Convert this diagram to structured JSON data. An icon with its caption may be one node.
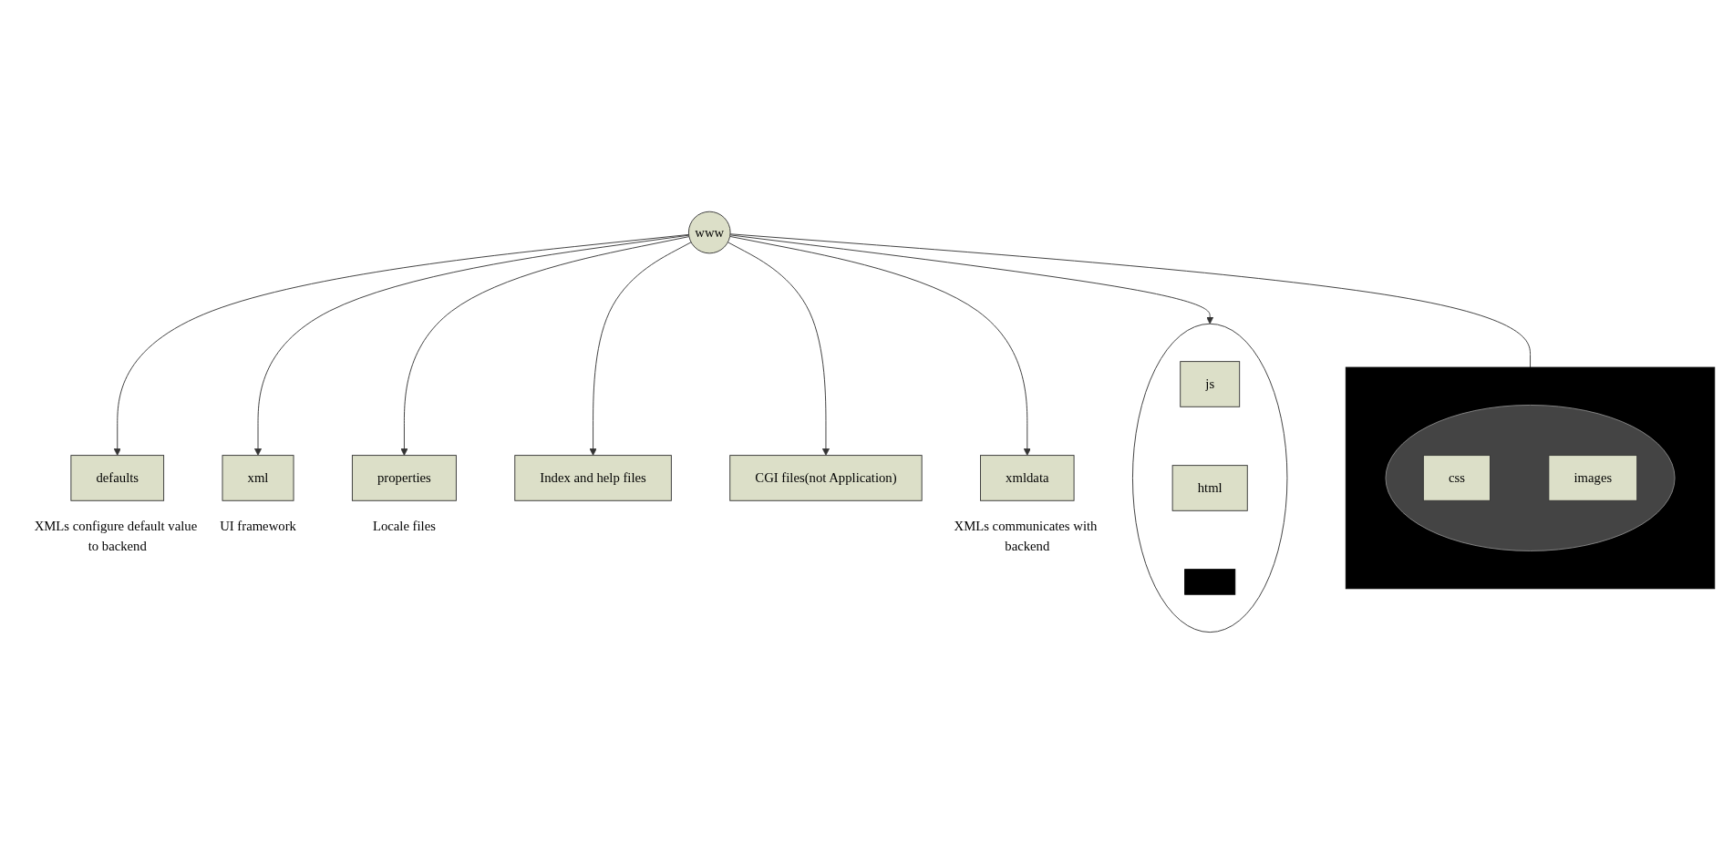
{
  "diagram": {
    "nodes": [
      {
        "text": [
          "www"
        ]
      },
      {
        "text": [
          "xml"
        ],
        "beside": [
          "UI framework"
        ]
      },
      {
        "text": [
          "properties"
        ],
        "beside": [
          "Locale files"
        ]
      },
      {
        "text": [
          "defaults"
        ],
        "beside": [
          "XMLs configure default value to backend"
        ]
      },
      {
        "text": [
          "Index and help files"
        ]
      },
      {
        "text": [
          "CGI files(not Application)"
        ]
      },
      {
        "text": [
          "xmldata"
        ],
        "beside": [
          "XMLs communicates with backend"
        ]
      },
      {
        "text": [],
        "shape": "circle"
      },
      {
        "text": [
          "js"
        ],
        "in": 7
      },
      {
        "text": [
          "html"
        ],
        "in": 7
      },
      {
        "text": [],
        "shape": "box",
        "in": 7
      },
      {
        "text": [],
        "shape": "box"
      },
      {
        "text": [],
        "shape": "circle",
        "in": 11
      },
      {
        "text": [
          "css"
        ],
        "in": 12
      },
      {
        "text": [
          "images"
        ],
        "in": 12
      }
    ],
    "edges": [
      {
        "from": 0,
        "to": 3,
        "arrow": "to"
      },
      {
        "from": 0,
        "to": 1,
        "arrow": "to"
      },
      {
        "from": 0,
        "to": 2,
        "arrow": "to"
      },
      {
        "from": 0,
        "to": 4,
        "arrow": "to"
      },
      {
        "from": 0,
        "to": 5,
        "arrow": "to"
      },
      {
        "from": 0,
        "to": 6,
        "arrow": "to"
      },
      {
        "from": 0,
        "to": 7,
        "arrow": "to"
      },
      {
        "from": 0,
        "to": 11,
        "arrow": "none"
      }
    ]
  }
}
